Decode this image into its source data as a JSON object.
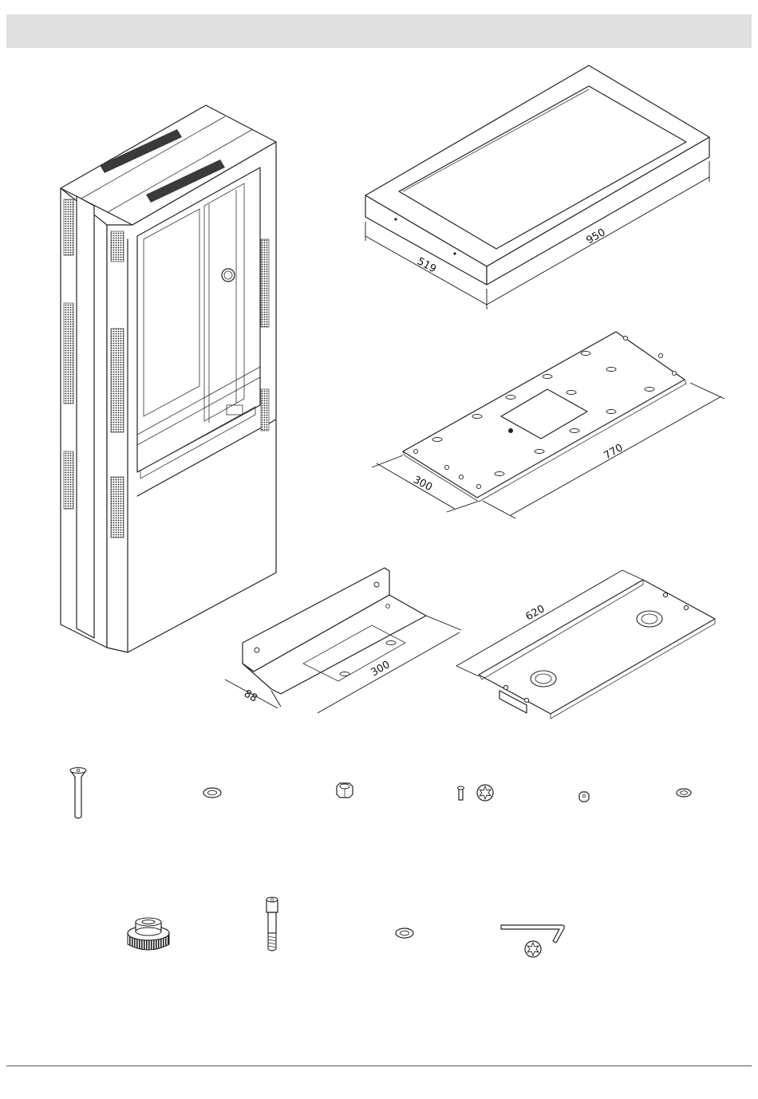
{
  "dimensions": {
    "screen_length": "950",
    "screen_width": "519",
    "plate_length": "770",
    "plate_width": "300",
    "bracket_length": "300",
    "bracket_depth": "88",
    "shelf_length": "620"
  },
  "icons": {
    "hardware_row_1": [
      "countersunk-bolt-icon",
      "washer-icon",
      "hex-nut-icon",
      "small-torx-screw-icon",
      "small-nut-icon",
      "small-washer-icon"
    ],
    "hardware_row_2": [
      "knurled-foot-icon",
      "socket-head-bolt-icon",
      "washer-icon",
      "torx-key-icon"
    ]
  },
  "colors": {
    "header_bar": "#e0e0e0",
    "line": "#222222"
  }
}
